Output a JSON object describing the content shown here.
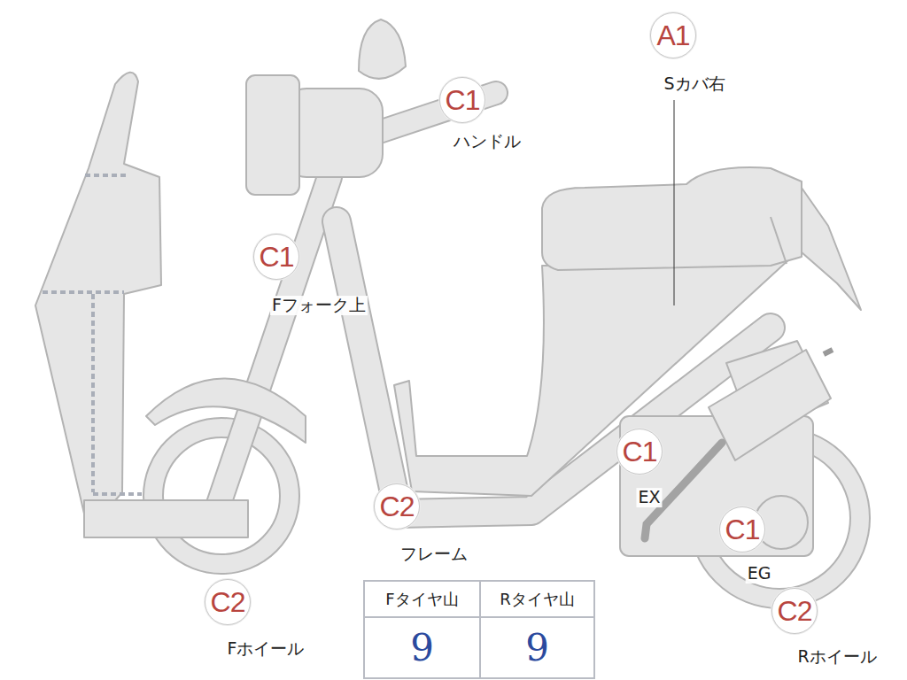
{
  "diagram": {
    "nodes": [
      {
        "text": [
          "A1",
          "Sカバ右"
        ]
      },
      {
        "text": [
          "C1",
          "ハンドル"
        ]
      },
      {
        "text": [
          "C1",
          "Fフォーク上"
        ]
      },
      {
        "text": [
          "C1",
          "EX"
        ]
      },
      {
        "text": [
          "C2",
          "フレーム"
        ]
      },
      {
        "text": [
          "C1",
          "EG"
        ]
      },
      {
        "text": [
          "C2",
          "Fホイール"
        ]
      },
      {
        "text": [
          "C2",
          "Rホイール"
        ]
      }
    ],
    "labels": [
      "Fタイヤ山",
      "Rタイヤ山",
      "9",
      "9"
    ]
  }
}
